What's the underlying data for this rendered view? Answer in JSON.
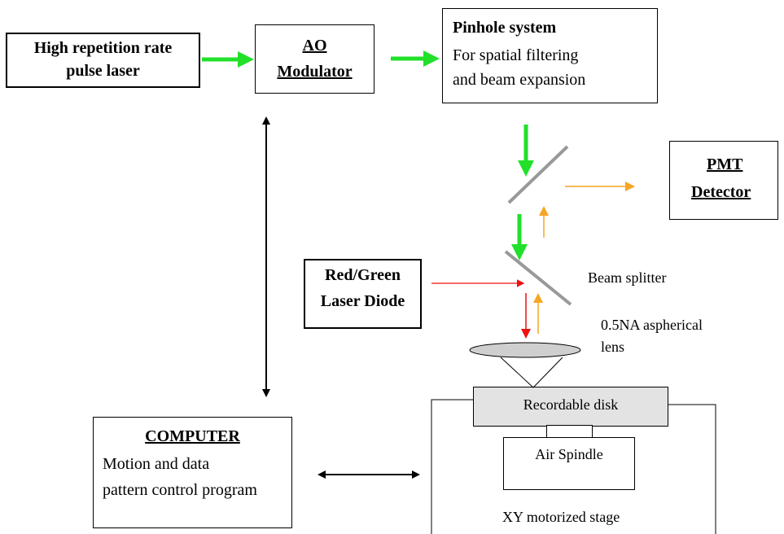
{
  "laser_source": {
    "line1": "High repetition rate",
    "line2": "pulse laser"
  },
  "ao_modulator": {
    "line1": "AO",
    "line2": "Modulator"
  },
  "pinhole": {
    "title": "Pinhole system",
    "line1": "For spatial filtering",
    "line2": "and beam expansion"
  },
  "pmt": {
    "line1": "PMT",
    "line2": "Detector"
  },
  "diode": {
    "line1": "Red/Green",
    "line2": "Laser Diode"
  },
  "beam_splitter_label": "Beam splitter",
  "lens_label": {
    "line1": "0.5NA aspherical",
    "line2": "lens"
  },
  "disk_label": "Recordable disk",
  "spindle_label": "Air Spindle",
  "stage_label": "XY motorized stage",
  "computer": {
    "title": "COMPUTER",
    "line1": "Motion and data",
    "line2": "pattern control program"
  },
  "colors": {
    "green_beam": "#22e02a",
    "red_beam": "#ee1111",
    "orange_beam": "#f5a623",
    "mirror": "#999999",
    "disk_fill": "#e3e3e3",
    "lens_fill": "#cfcfcf"
  }
}
